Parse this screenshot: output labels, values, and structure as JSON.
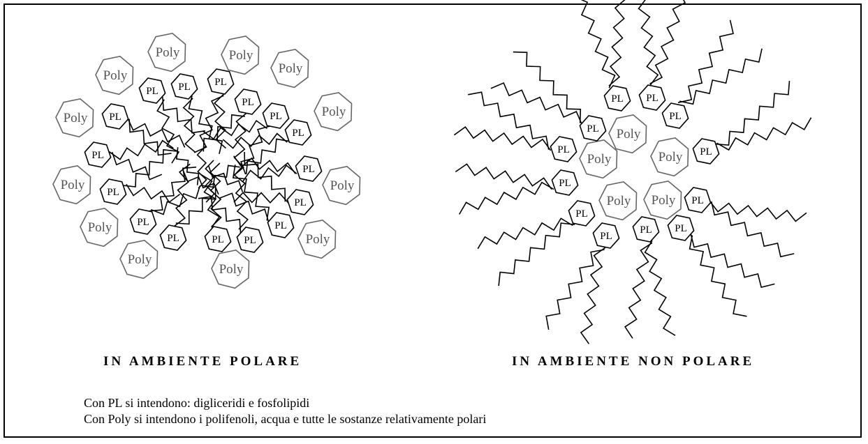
{
  "labels": {
    "pl": "PL",
    "poly": "Poly"
  },
  "captions": {
    "left": "IN AMBIENTE POLARE",
    "right": "IN AMBIENTE NON POLARE"
  },
  "notes": {
    "line1": "Con PL si intendono: digliceridi e fosfolipidi",
    "line2": "Con Poly si intendono i polifenoli, acqua e tutte le sostanze relativamente polari"
  }
}
